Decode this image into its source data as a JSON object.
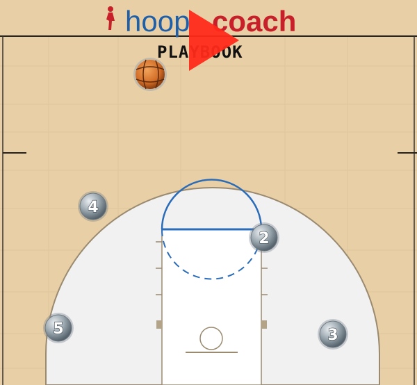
{
  "logo": {
    "brand_part1": "hoop",
    "brand_part2": "coach",
    "subtitle": "PLAYBOOK"
  },
  "colors": {
    "court_wood": "#e8cfa6",
    "paint_area": "#f1f1f1",
    "court_line": "#9a8a70",
    "free_throw_circle": "#2b6cb8",
    "play_button": "#ff2a1a",
    "player_marker": "#8c99a3"
  },
  "icons": {
    "play": "play-icon",
    "ball": "basketball-icon",
    "player_silhouette": "player-silhouette-icon"
  },
  "players": [
    {
      "number": "4"
    },
    {
      "number": "2"
    },
    {
      "number": "5"
    },
    {
      "number": "3"
    }
  ]
}
